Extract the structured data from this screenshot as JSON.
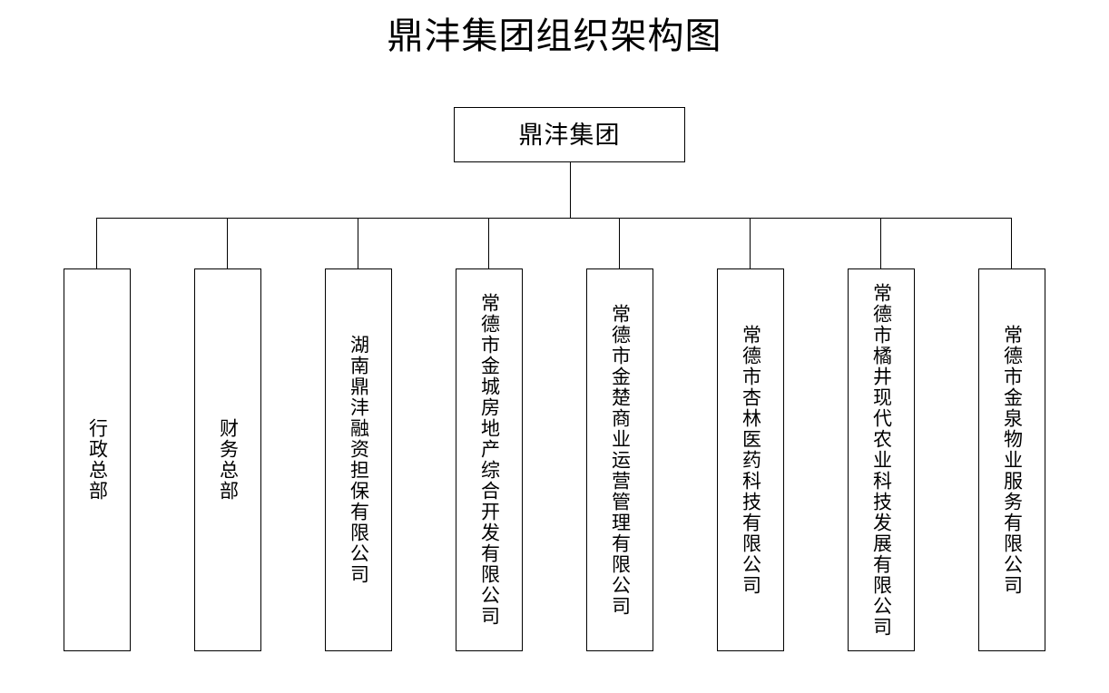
{
  "page": {
    "title": "鼎沣集团组织架构图",
    "background_color": "#ffffff",
    "line_color": "#000000",
    "text_color": "#000000"
  },
  "chart_data": {
    "type": "diagram",
    "diagram_kind": "organizational-chart",
    "title": "鼎沣集团组织架构图",
    "orientation": "top-down",
    "levels": 2,
    "root": {
      "id": "root",
      "label": "鼎沣集团",
      "text_direction": "horizontal"
    },
    "children": [
      {
        "id": "child-1",
        "label": "行政总部",
        "text_direction": "vertical",
        "char_count": 4
      },
      {
        "id": "child-2",
        "label": "财务总部",
        "text_direction": "vertical",
        "char_count": 4
      },
      {
        "id": "child-3",
        "label": "湖南鼎沣融资担保有限公司",
        "text_direction": "vertical",
        "char_count": 12
      },
      {
        "id": "child-4",
        "label": "常德市金城房地产综合开发有限公司",
        "text_direction": "vertical",
        "char_count": 16
      },
      {
        "id": "child-5",
        "label": "常德市金楚商业运营管理有限公司",
        "text_direction": "vertical",
        "char_count": 15
      },
      {
        "id": "child-6",
        "label": "常德市杏林医药科技有限公司",
        "text_direction": "vertical",
        "char_count": 13
      },
      {
        "id": "child-7",
        "label": "常德市橘井现代农业科技发展有限公司",
        "text_direction": "vertical",
        "char_count": 17
      },
      {
        "id": "child-8",
        "label": "常德市金泉物业服务有限公司",
        "text_direction": "vertical",
        "char_count": 13
      }
    ]
  },
  "nodes": {
    "root": {
      "label": "鼎沣集团"
    },
    "child_1": {
      "label": "行政总部"
    },
    "child_2": {
      "label": "财务总部"
    },
    "child_3": {
      "label": "湖南鼎沣融资担保有限公司"
    },
    "child_4": {
      "label": "常德市金城房地产综合开发有限公司"
    },
    "child_5": {
      "label": "常德市金楚商业运营管理有限公司"
    },
    "child_6": {
      "label": "常德市杏林医药科技有限公司"
    },
    "child_7": {
      "label": "常德市橘井现代农业科技发展有限公司"
    },
    "child_8": {
      "label": "常德市金泉物业服务有限公司"
    }
  }
}
